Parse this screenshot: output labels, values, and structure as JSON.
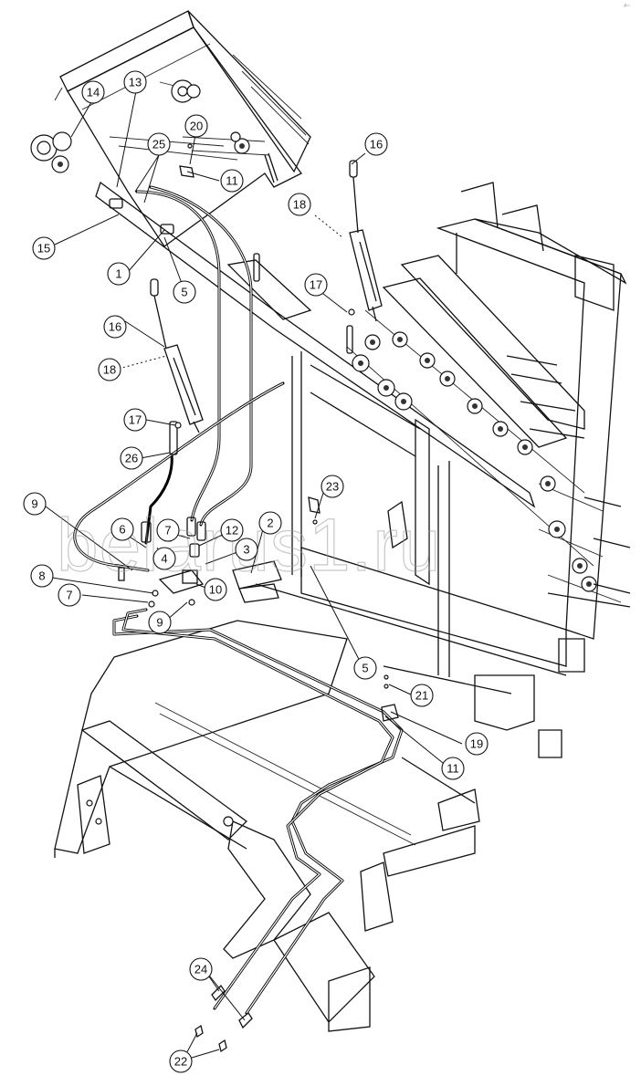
{
  "watermark": "belarus1.ru",
  "corner_mark": "#~",
  "callouts": [
    {
      "id": "c-1",
      "label": "1"
    },
    {
      "id": "c-2",
      "label": "2"
    },
    {
      "id": "c-3",
      "label": "3"
    },
    {
      "id": "c-4",
      "label": "4"
    },
    {
      "id": "c-5a",
      "label": "5"
    },
    {
      "id": "c-5b",
      "label": "5"
    },
    {
      "id": "c-6",
      "label": "6"
    },
    {
      "id": "c-7a",
      "label": "7"
    },
    {
      "id": "c-7b",
      "label": "7"
    },
    {
      "id": "c-8",
      "label": "8"
    },
    {
      "id": "c-9a",
      "label": "9"
    },
    {
      "id": "c-9b",
      "label": "9"
    },
    {
      "id": "c-10",
      "label": "10"
    },
    {
      "id": "c-11a",
      "label": "11"
    },
    {
      "id": "c-11b",
      "label": "11"
    },
    {
      "id": "c-12",
      "label": "12"
    },
    {
      "id": "c-13",
      "label": "13"
    },
    {
      "id": "c-14",
      "label": "14"
    },
    {
      "id": "c-15",
      "label": "15"
    },
    {
      "id": "c-16a",
      "label": "16"
    },
    {
      "id": "c-16b",
      "label": "16"
    },
    {
      "id": "c-17a",
      "label": "17"
    },
    {
      "id": "c-17b",
      "label": "17"
    },
    {
      "id": "c-18a",
      "label": "18"
    },
    {
      "id": "c-18b",
      "label": "18"
    },
    {
      "id": "c-19",
      "label": "19"
    },
    {
      "id": "c-20",
      "label": "20"
    },
    {
      "id": "c-21",
      "label": "21"
    },
    {
      "id": "c-22",
      "label": "22"
    },
    {
      "id": "c-23",
      "label": "23"
    },
    {
      "id": "c-24",
      "label": "24"
    },
    {
      "id": "c-25",
      "label": "25"
    },
    {
      "id": "c-26",
      "label": "26"
    }
  ]
}
